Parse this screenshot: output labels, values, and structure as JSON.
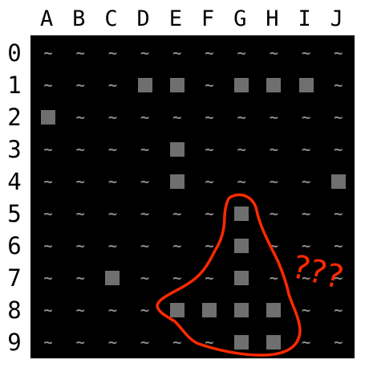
{
  "columns": [
    "A",
    "B",
    "C",
    "D",
    "E",
    "F",
    "G",
    "H",
    "I",
    "J"
  ],
  "rows": [
    "0",
    "1",
    "2",
    "3",
    "4",
    "5",
    "6",
    "7",
    "8",
    "9"
  ],
  "water_symbol": "~",
  "colors": {
    "board": "#000000",
    "water": "#8a8a8a",
    "ship": "#6f6f6f",
    "annotation": "#ff2a00"
  },
  "ships": [
    "D1",
    "E1",
    "G1",
    "H1",
    "I1",
    "A2",
    "E3",
    "E4",
    "J4",
    "G5",
    "G6",
    "C7",
    "G7",
    "E8",
    "F8",
    "G8",
    "H8",
    "G9",
    "H9"
  ],
  "annotation": {
    "text": "???"
  }
}
